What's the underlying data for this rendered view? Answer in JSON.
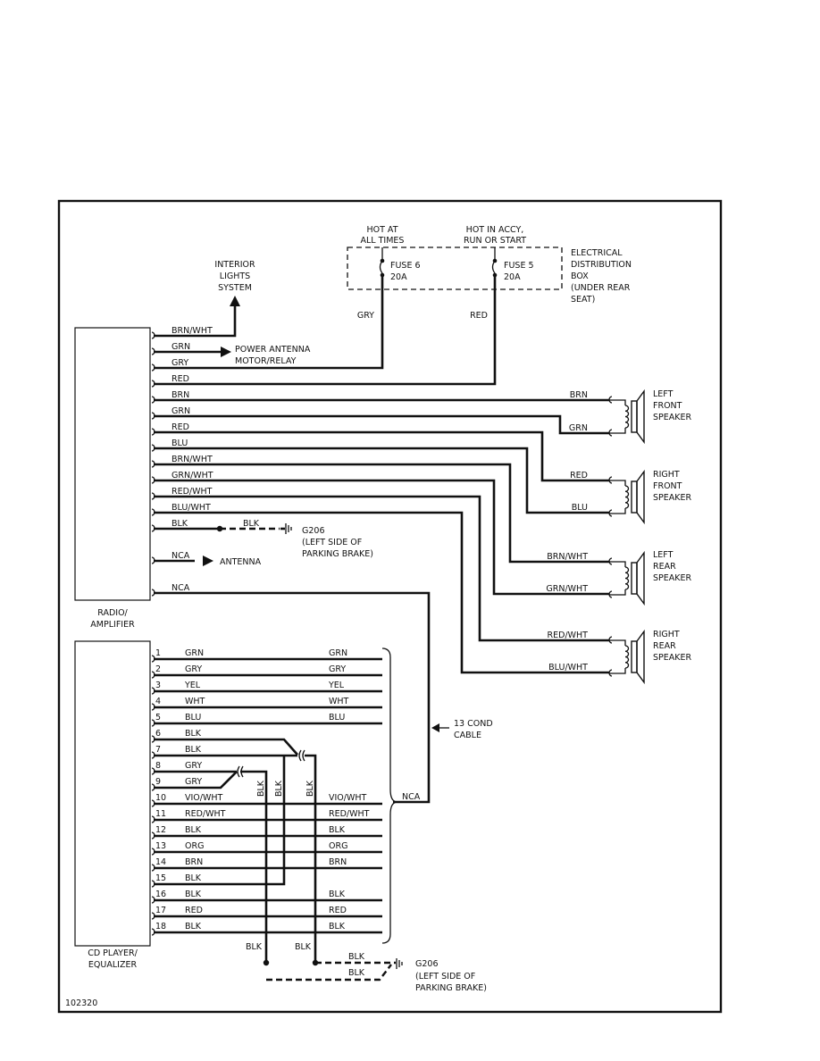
{
  "drawing_number": "102320",
  "power": {
    "hot_at_all_times": [
      "HOT AT",
      "ALL TIMES"
    ],
    "hot_in_accy": [
      "HOT IN ACCY,",
      "RUN OR START"
    ],
    "fuse6": [
      "FUSE 6",
      "20A"
    ],
    "fuse5": [
      "FUSE 5",
      "20A"
    ],
    "box": [
      "ELECTRICAL",
      "DISTRIBUTION",
      "BOX",
      "(UNDER REAR",
      "SEAT)"
    ],
    "gry": "GRY",
    "red": "RED"
  },
  "interior": [
    "INTERIOR",
    "LIGHTS",
    "SYSTEM"
  ],
  "power_antenna": [
    "POWER ANTENNA",
    "MOTOR/RELAY"
  ],
  "antenna": "ANTENNA",
  "radio_label": [
    "RADIO/",
    "AMPLIFIER"
  ],
  "radio_wires": [
    "BRN/WHT",
    "GRN",
    "GRY",
    "RED",
    "BRN",
    "GRN",
    "RED",
    "BLU",
    "BRN/WHT",
    "GRN/WHT",
    "RED/WHT",
    "BLU/WHT",
    "BLK",
    "NCA",
    "NCA"
  ],
  "ground_radio": {
    "wire": "BLK",
    "label": [
      "G206",
      "(LEFT SIDE OF",
      "PARKING BRAKE)"
    ]
  },
  "speaker_wires": [
    "BRN",
    "GRN",
    "RED",
    "BLU",
    "BRN/WHT",
    "GRN/WHT",
    "RED/WHT",
    "BLU/WHT"
  ],
  "speakers": [
    [
      "LEFT",
      "FRONT",
      "SPEAKER"
    ],
    [
      "RIGHT",
      "FRONT",
      "SPEAKER"
    ],
    [
      "LEFT",
      "REAR",
      "SPEAKER"
    ],
    [
      "RIGHT",
      "REAR",
      "SPEAKER"
    ]
  ],
  "cd_label": [
    "CD PLAYER/",
    "EQUALIZER"
  ],
  "cd_pins": [
    {
      "n": "1",
      "l": "GRN",
      "r": "GRN"
    },
    {
      "n": "2",
      "l": "GRY",
      "r": "GRY"
    },
    {
      "n": "3",
      "l": "YEL",
      "r": "YEL"
    },
    {
      "n": "4",
      "l": "WHT",
      "r": "WHT"
    },
    {
      "n": "5",
      "l": "BLU",
      "r": "BLU"
    },
    {
      "n": "6",
      "l": "BLK",
      "r": ""
    },
    {
      "n": "7",
      "l": "BLK",
      "r": ""
    },
    {
      "n": "8",
      "l": "GRY",
      "r": ""
    },
    {
      "n": "9",
      "l": "GRY",
      "r": ""
    },
    {
      "n": "10",
      "l": "VIO/WHT",
      "r": "VIO/WHT"
    },
    {
      "n": "11",
      "l": "RED/WHT",
      "r": "RED/WHT"
    },
    {
      "n": "12",
      "l": "BLK",
      "r": "BLK"
    },
    {
      "n": "13",
      "l": "ORG",
      "r": "ORG"
    },
    {
      "n": "14",
      "l": "BRN",
      "r": "BRN"
    },
    {
      "n": "15",
      "l": "BLK",
      "r": ""
    },
    {
      "n": "16",
      "l": "BLK",
      "r": "BLK"
    },
    {
      "n": "17",
      "l": "RED",
      "r": "RED"
    },
    {
      "n": "18",
      "l": "BLK",
      "r": "BLK"
    }
  ],
  "cable": [
    "13 COND",
    "CABLE"
  ],
  "nca_right": "NCA",
  "vertical_blk": "BLK",
  "ground_cd": {
    "wire": "BLK",
    "label": [
      "G206",
      "(LEFT SIDE OF",
      "PARKING BRAKE)"
    ]
  }
}
